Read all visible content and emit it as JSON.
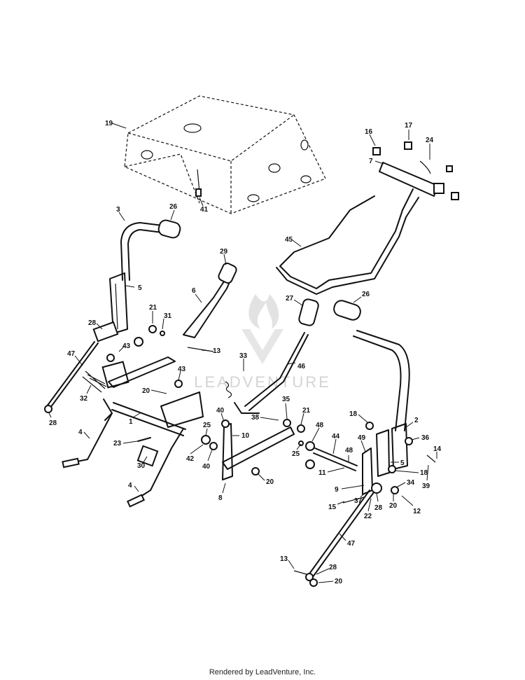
{
  "watermark": "LEADVENTURE",
  "footer": "Rendered by LeadVenture, Inc.",
  "callouts": [
    {
      "id": "c19a",
      "text": "19"
    },
    {
      "id": "c41",
      "text": "41"
    },
    {
      "id": "c16",
      "text": "16"
    },
    {
      "id": "c17",
      "text": "17"
    },
    {
      "id": "c24",
      "text": "24"
    },
    {
      "id": "c7",
      "text": "7"
    },
    {
      "id": "c45",
      "text": "45"
    },
    {
      "id": "c3",
      "text": "3"
    },
    {
      "id": "c26a",
      "text": "26"
    },
    {
      "id": "c29",
      "text": "29"
    },
    {
      "id": "c5a",
      "text": "5"
    },
    {
      "id": "c6",
      "text": "6"
    },
    {
      "id": "c21a",
      "text": "21"
    },
    {
      "id": "c31",
      "text": "31"
    },
    {
      "id": "c13a",
      "text": "13"
    },
    {
      "id": "c28a",
      "text": "28"
    },
    {
      "id": "c43a",
      "text": "43"
    },
    {
      "id": "c47a",
      "text": "47"
    },
    {
      "id": "c43b",
      "text": "43"
    },
    {
      "id": "c32",
      "text": "32"
    },
    {
      "id": "c20a",
      "text": "20"
    },
    {
      "id": "c28b",
      "text": "28"
    },
    {
      "id": "c1",
      "text": "1"
    },
    {
      "id": "c4a",
      "text": "4"
    },
    {
      "id": "c23",
      "text": "23"
    },
    {
      "id": "c30",
      "text": "30"
    },
    {
      "id": "c4b",
      "text": "4"
    },
    {
      "id": "c33",
      "text": "33"
    },
    {
      "id": "c40a",
      "text": "40"
    },
    {
      "id": "c25a",
      "text": "25"
    },
    {
      "id": "c10",
      "text": "10"
    },
    {
      "id": "c42",
      "text": "42"
    },
    {
      "id": "c40b",
      "text": "40"
    },
    {
      "id": "c20b",
      "text": "20"
    },
    {
      "id": "c8",
      "text": "8"
    },
    {
      "id": "c27",
      "text": "27"
    },
    {
      "id": "c46",
      "text": "46"
    },
    {
      "id": "c26b",
      "text": "26"
    },
    {
      "id": "c35",
      "text": "35"
    },
    {
      "id": "c21b",
      "text": "21"
    },
    {
      "id": "c38",
      "text": "38"
    },
    {
      "id": "c48a",
      "text": "48"
    },
    {
      "id": "c44",
      "text": "44"
    },
    {
      "id": "c25b",
      "text": "25"
    },
    {
      "id": "c48b",
      "text": "48"
    },
    {
      "id": "c11",
      "text": "11"
    },
    {
      "id": "c49",
      "text": "49"
    },
    {
      "id": "c18a",
      "text": "18"
    },
    {
      "id": "c2",
      "text": "2"
    },
    {
      "id": "c36",
      "text": "36"
    },
    {
      "id": "c14",
      "text": "14"
    },
    {
      "id": "c5b",
      "text": "5"
    },
    {
      "id": "c18b",
      "text": "18"
    },
    {
      "id": "c39",
      "text": "39"
    },
    {
      "id": "c34",
      "text": "34"
    },
    {
      "id": "c9",
      "text": "9"
    },
    {
      "id": "c15",
      "text": "15"
    },
    {
      "id": "c37",
      "text": "37"
    },
    {
      "id": "c28c",
      "text": "28"
    },
    {
      "id": "c20c",
      "text": "20"
    },
    {
      "id": "c12",
      "text": "12"
    },
    {
      "id": "c22",
      "text": "22"
    },
    {
      "id": "c47b",
      "text": "47"
    },
    {
      "id": "c13b",
      "text": "13"
    },
    {
      "id": "c28d",
      "text": "28"
    },
    {
      "id": "c20d",
      "text": "20"
    }
  ]
}
